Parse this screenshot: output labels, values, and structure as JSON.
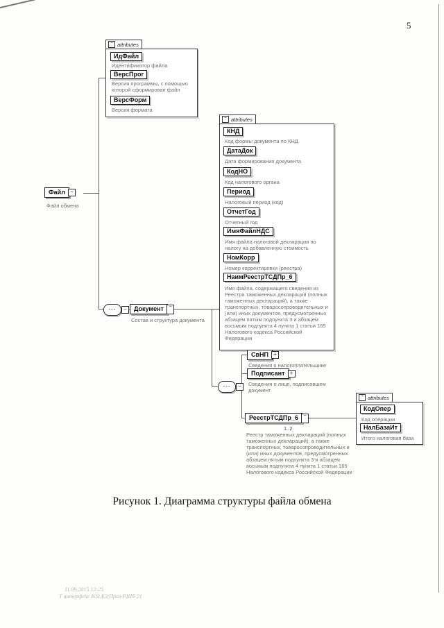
{
  "page": {
    "number": "5",
    "figure_caption": "Рисунок 1. Диаграмма структуры файла обмена",
    "footer": {
      "line1": "11.09.2015 12:25",
      "line2": "Т интерфейс ЮЗ.КЗ/Приз-РШб-21"
    }
  },
  "diagram": {
    "attributes_label": "attributes",
    "collapse_icon": "−",
    "expand_icon": "+",
    "sequence_icon": "---",
    "file": {
      "name": "Файл",
      "caption": "Файл обмена"
    },
    "file_attrs": {
      "items": [
        {
          "name": "ИдФайл",
          "caption": "Идентификатор файла"
        },
        {
          "name": "ВерсПрог",
          "caption": "Версия программы, с помощью которой сформирован файл"
        },
        {
          "name": "ВерсФорм",
          "caption": "Версия формата"
        }
      ]
    },
    "document": {
      "name": "Документ",
      "caption": "Состав и структура документа"
    },
    "doc_attrs": {
      "items": [
        {
          "name": "КНД",
          "caption": "Код формы документа по КНД"
        },
        {
          "name": "ДатаДок",
          "caption": "Дата формирования документа"
        },
        {
          "name": "КодНО",
          "caption": "Код налогового органа"
        },
        {
          "name": "Период",
          "caption": "Налоговый период (код)"
        },
        {
          "name": "ОтчетГод",
          "caption": "Отчетный год"
        },
        {
          "name": "ИмяФайлНДС",
          "caption": "Имя файла налоговой декларации по налогу на добавленную стоимость"
        },
        {
          "name": "НомКорр",
          "caption": "Номер корректировки (реестра)"
        },
        {
          "name": "НаимРеестрТСДПр_6",
          "caption": "Имя файла, содержащего сведения из Реестра таможенных деклараций (полных таможенных деклараций), а также транспортных, товаросопроводительных и (или) иных документов, предусмотренных абзацем пятым подпункта 3 и абзацем восьмым подпункта 4 пункта 1 статьи 165 Налогового кодекса Российской Федерации"
        }
      ]
    },
    "children": [
      {
        "name": "СвНП",
        "caption": "Сведения о налогоплательщике"
      },
      {
        "name": "Подписант",
        "caption": "Сведения о лице, подписавшем документ"
      },
      {
        "name": "РеестрТСДПр_6",
        "cardinality": "1..2",
        "caption": "Реестр таможенных деклараций (полных таможенных деклараций), а также транспортных, товаросопроводительных и (или) иных документов, предусмотренных абзацем пятым подпункта 3 и абзацем восьмым подпункта 4 пункта 1 статьи 165 Налогового кодекса Российской Федерации"
      }
    ],
    "reestr_attrs": {
      "items": [
        {
          "name": "КодОпер",
          "caption": "Код операции"
        },
        {
          "name": "НалБазаИт",
          "caption": "Итого налоговая база"
        }
      ]
    }
  }
}
